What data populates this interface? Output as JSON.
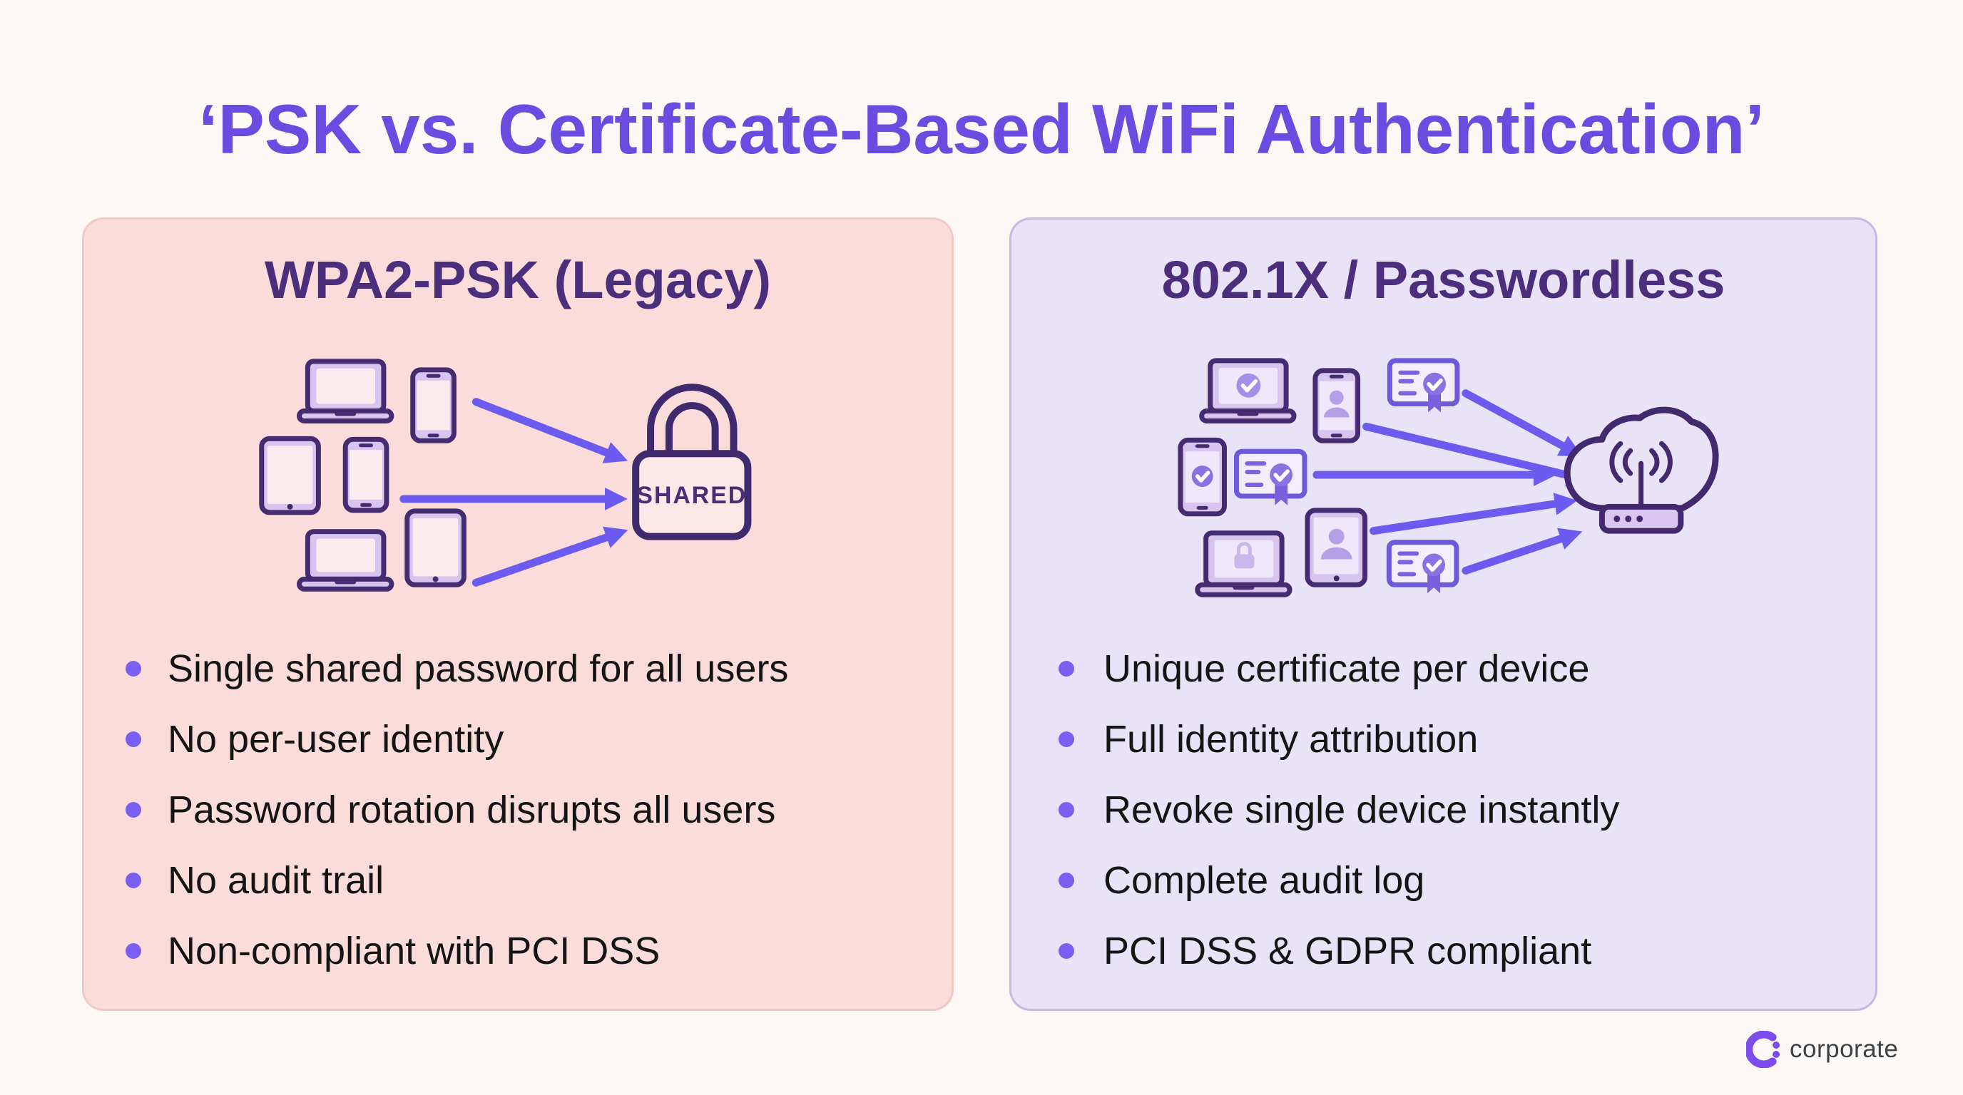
{
  "title": "‘PSK vs. Certificate-Based WiFi Authentication’",
  "panels": {
    "left": {
      "header": "WPA2-PSK (Legacy)",
      "lock_label": "SHARED",
      "bullets": [
        "Single shared password for all users",
        "No per-user identity",
        "Password rotation disrupts all users",
        "No audit trail",
        "Non-compliant with PCI DSS"
      ]
    },
    "right": {
      "header": "802.1X / Passwordless",
      "bullets": [
        "Unique certificate per device",
        "Full identity attribution",
        "Revoke single device instantly",
        "Complete audit log",
        "PCI DSS & GDPR compliant"
      ]
    }
  },
  "footer": {
    "brand": "corporate"
  },
  "colors": {
    "title": "#6b4ce0",
    "panel_left_bg": "#fadddb",
    "panel_right_bg": "#e9e3f8",
    "header_text": "#4c2f7c",
    "bullet_text": "#151515",
    "bullet_dot": "#7a5ff2",
    "arrow": "#6b5bee",
    "icon_outline": "#452b70",
    "brand_purple": "#7b4bec",
    "brand_text": "#3d4249"
  }
}
